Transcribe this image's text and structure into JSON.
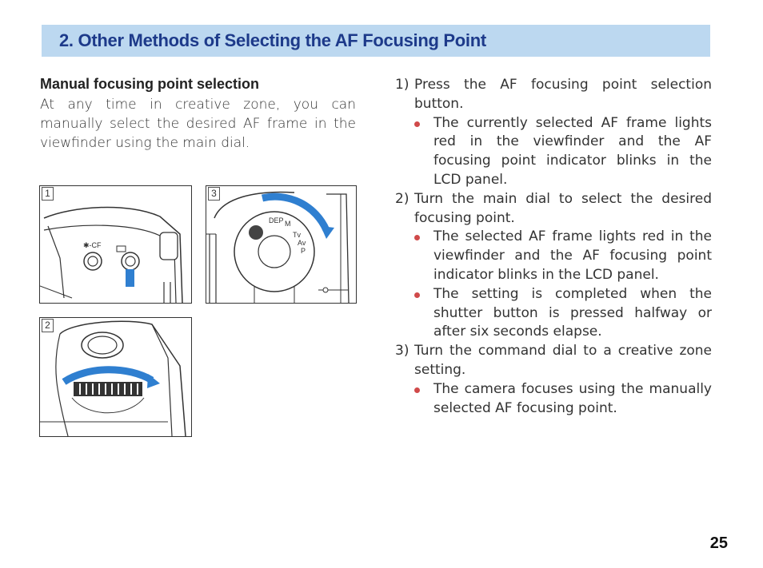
{
  "banner": {
    "title": "2. Other Methods of Selecting the AF Focusing Point"
  },
  "section": {
    "heading": "Manual focusing point selection",
    "intro": "At any time in creative zone, you can manually select the desired AF frame in the viewfinder using the main dial."
  },
  "figures": [
    {
      "number": "1",
      "label": "✱-CF"
    },
    {
      "number": "2"
    },
    {
      "number": "3",
      "dial_labels": [
        "DEP",
        "Tv",
        "P",
        "M",
        "Av"
      ]
    }
  ],
  "steps": [
    {
      "num": "1)",
      "text": "Press the AF focusing point selection button.",
      "bullets": [
        "The currently selected AF frame lights red in the viewfinder and the AF focusing point indicator blinks in the LCD panel."
      ]
    },
    {
      "num": "2)",
      "text": "Turn the main dial to select the desired focusing point.",
      "bullets": [
        "The selected AF frame lights red in the viewfinder and the AF focusing point indicator blinks in the LCD panel.",
        "The setting is completed when the shutter button is pressed halfway or after six seconds elapse."
      ]
    },
    {
      "num": "3)",
      "text": "Turn the command dial to a creative zone setting.",
      "bullets": [
        "The camera focuses using the manually selected AF focusing point."
      ]
    }
  ],
  "page_number": "25",
  "colors": {
    "banner_bg": "#bcd8f0",
    "banner_text": "#1d3a8a",
    "accent_blue": "#2f7fd0",
    "bullet": "#d04a4a"
  }
}
